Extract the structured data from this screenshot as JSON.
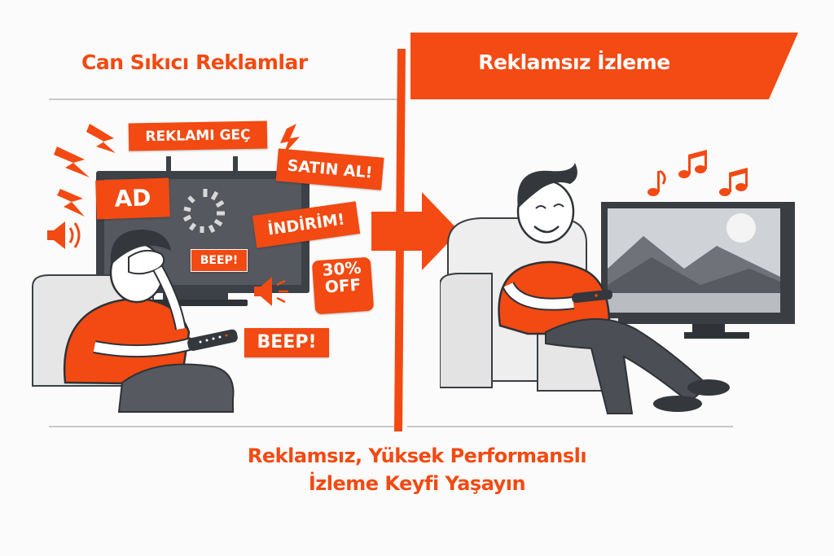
{
  "left_panel": {
    "title": "Can Sıkıcı Reklamlar",
    "ad_labels": {
      "skip": "REKLAMI GEÇ",
      "buy": "SATIN AL!",
      "ad": "AD",
      "discount": "İNDİRİM!",
      "beep_small": "BEEP!",
      "beep_large": "BEEP!",
      "percent_top": "30%",
      "percent_bottom": "OFF"
    }
  },
  "right_panel": {
    "title": "Reklamsız İzleme"
  },
  "footer": {
    "line1": "Reklamsız, Yüksek Performanslı",
    "line2": "İzleme Keyfi Yaşayın"
  },
  "colors": {
    "accent": "#f24a12",
    "dark": "#3a3d42",
    "divider": "#c8c8c8",
    "background": "#fcfbfb"
  }
}
